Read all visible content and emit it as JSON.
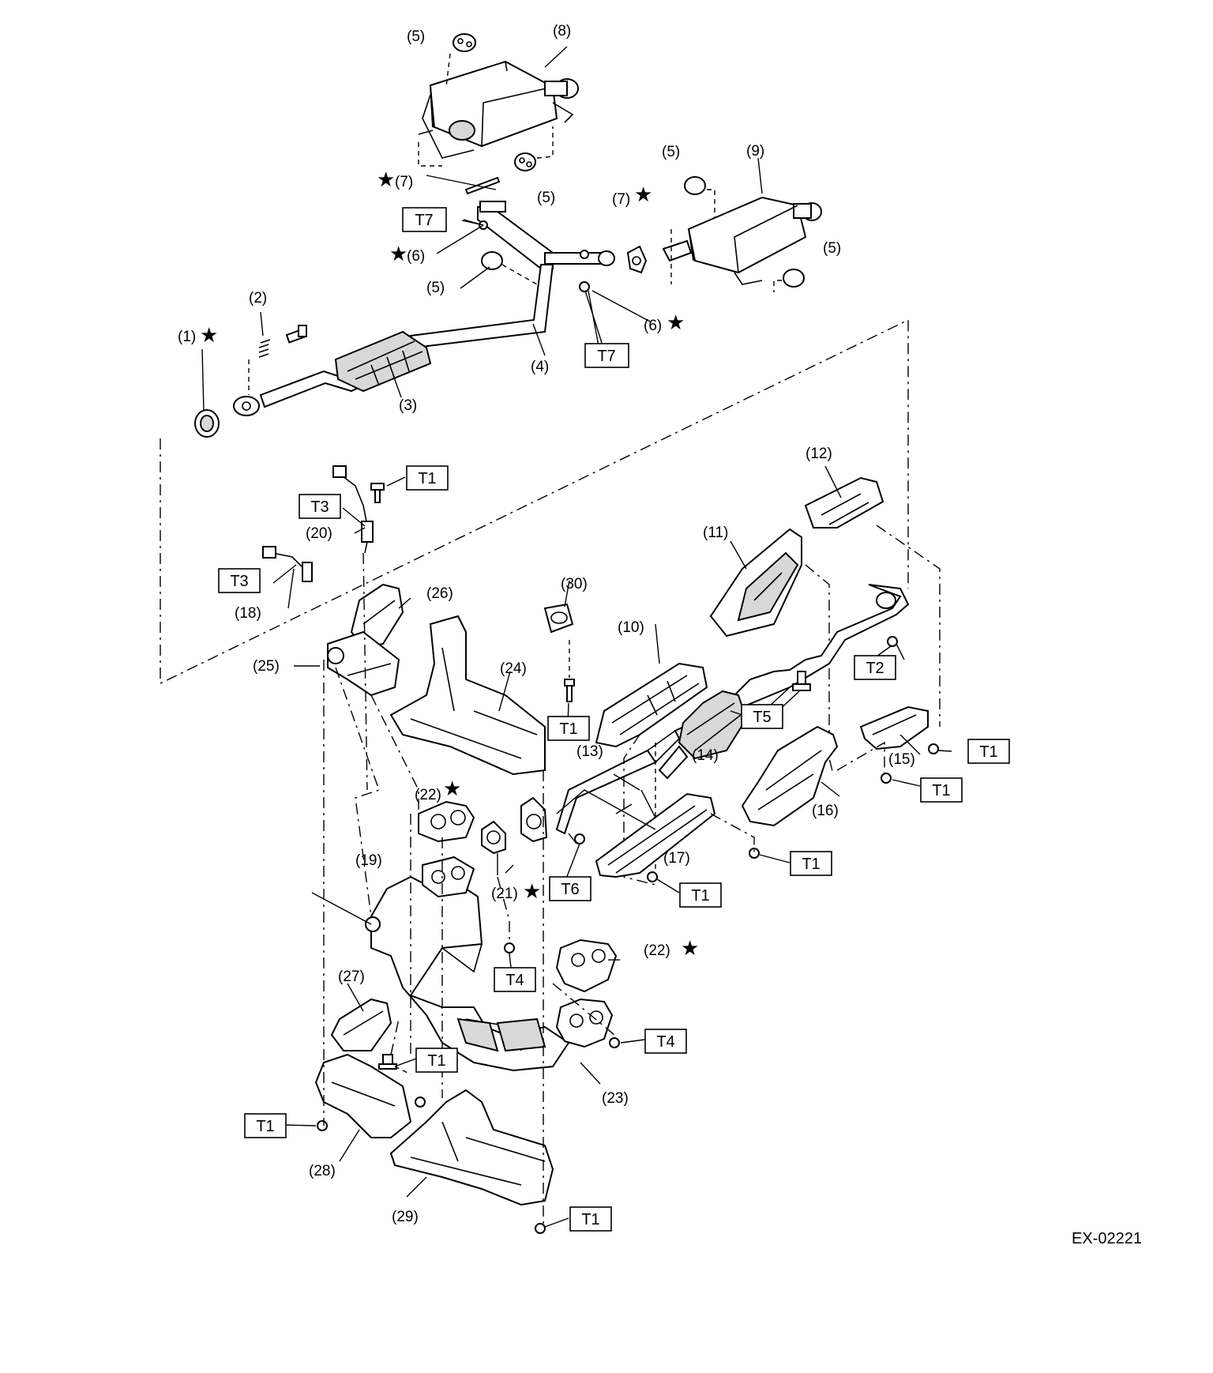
{
  "figure_code": "EX-02221",
  "star_glyph": "★",
  "parts": {
    "p1": "(1)",
    "p2": "(2)",
    "p3": "(3)",
    "p4": "(4)",
    "p5": "(5)",
    "p6": "(6)",
    "p7": "(7)",
    "p8": "(8)",
    "p9": "(9)",
    "p10": "(10)",
    "p11": "(11)",
    "p12": "(12)",
    "p13": "(13)",
    "p14": "(14)",
    "p15": "(15)",
    "p16": "(16)",
    "p17": "(17)",
    "p18": "(18)",
    "p19": "(19)",
    "p20": "(20)",
    "p21": "(21)",
    "p22": "(22)",
    "p23": "(23)",
    "p24": "(24)",
    "p25": "(25)",
    "p26": "(26)",
    "p27": "(27)",
    "p28": "(28)",
    "p29": "(29)",
    "p30": "(30)"
  },
  "torques": {
    "T1": "T1",
    "T2": "T2",
    "T3": "T3",
    "T4": "T4",
    "T5": "T5",
    "T6": "T6",
    "T7": "T7"
  }
}
